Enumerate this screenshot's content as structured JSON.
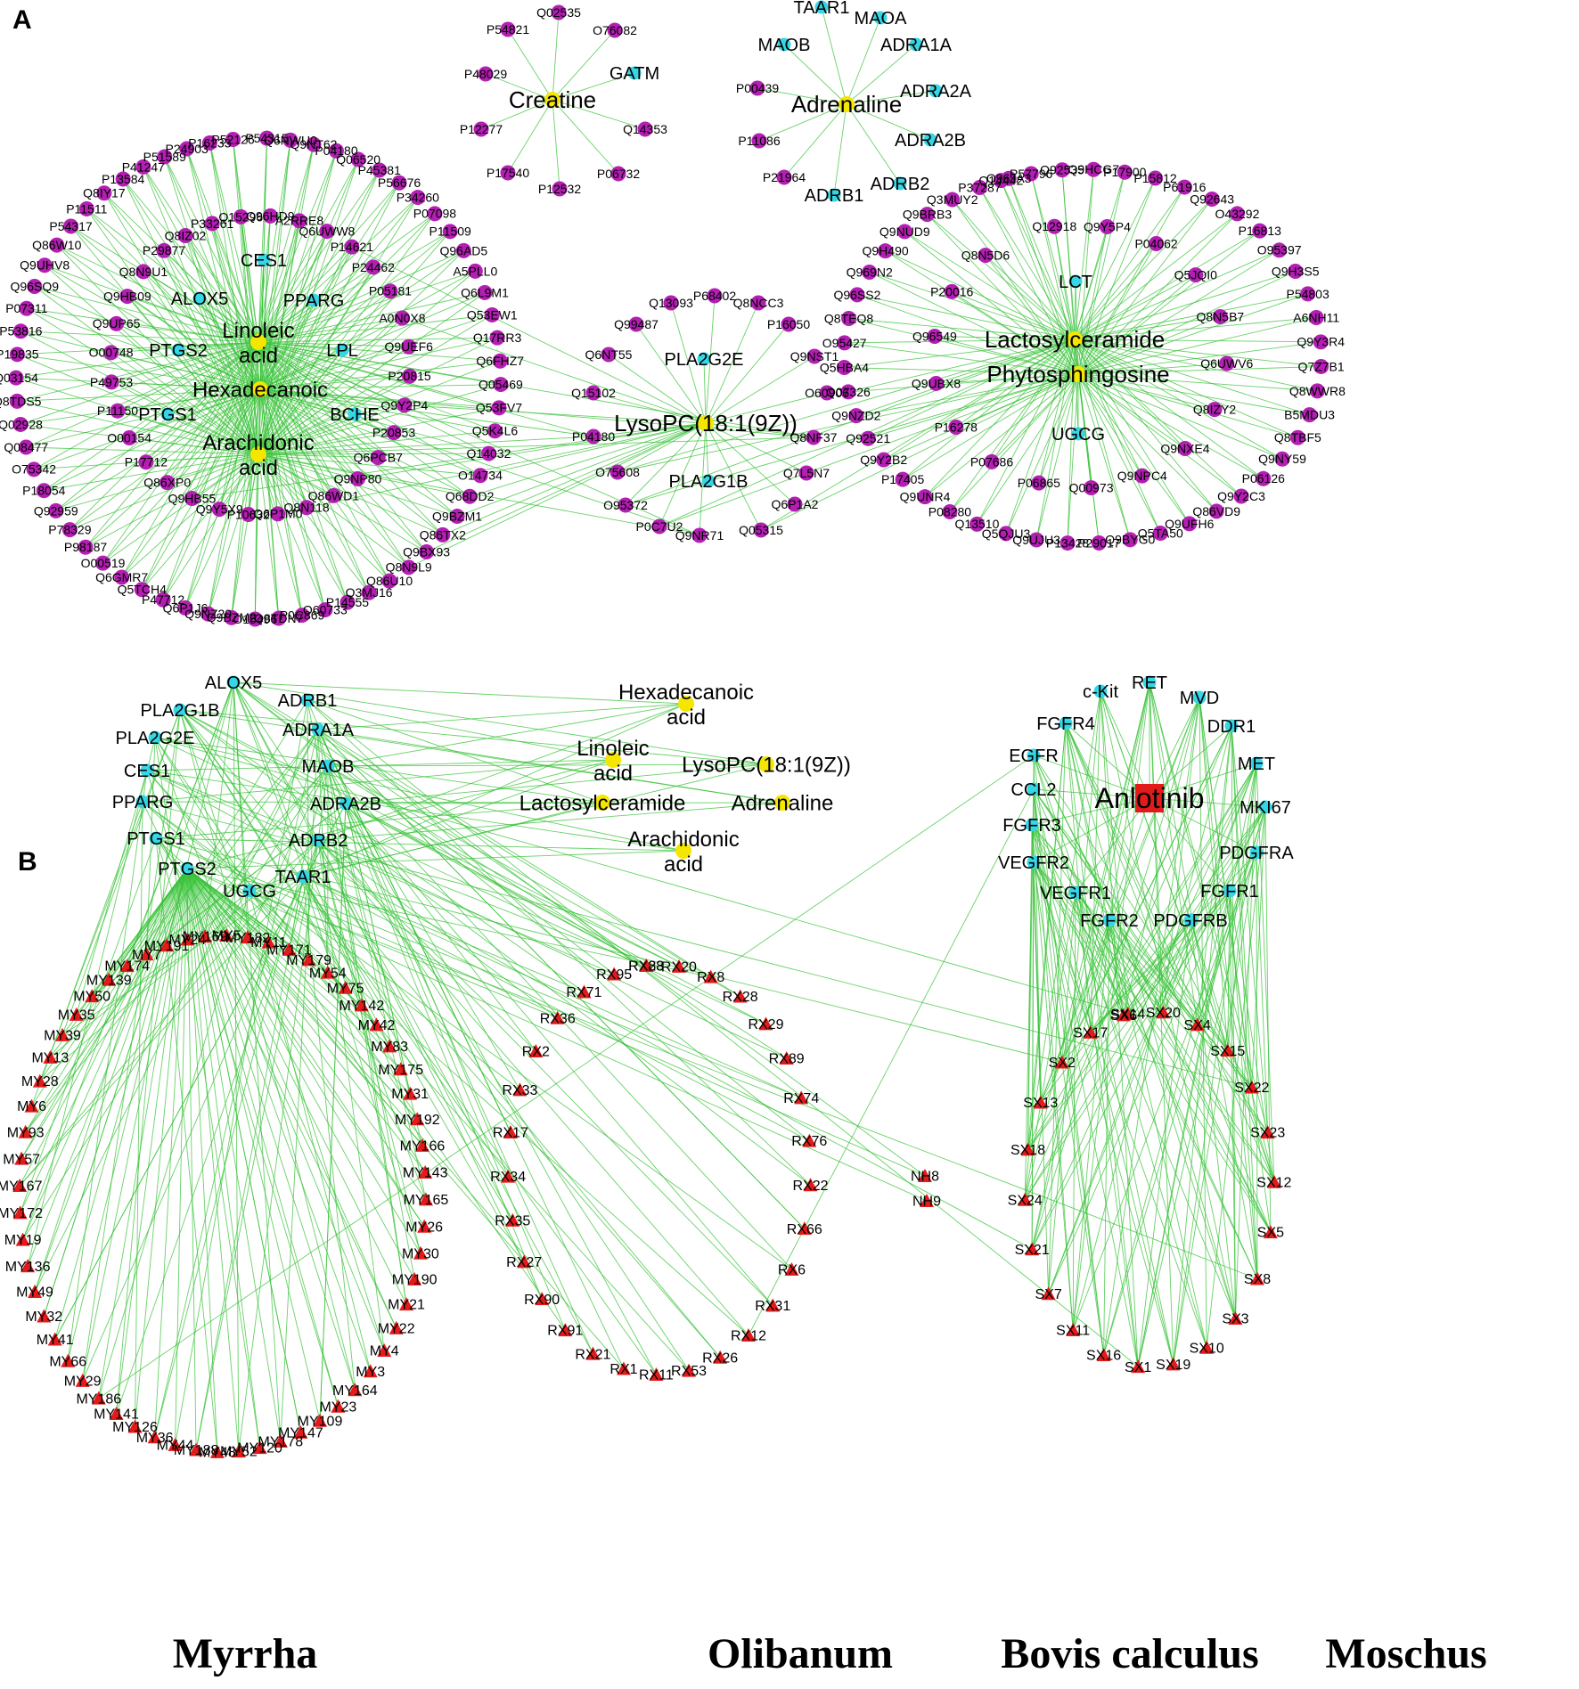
{
  "panels": [
    {
      "label": "A"
    },
    {
      "label": "B"
    }
  ],
  "herbs": [
    "Myrrha",
    "Olibanum",
    "Bovis calculus",
    "Moschus"
  ],
  "colors": {
    "edge": "#35c235",
    "protein": "#b31eb3",
    "target": "#35d6e6",
    "compound": "#f5e600",
    "drug": "#e31a1a",
    "ingredient": "#e31a1a"
  },
  "panel_a": {
    "linoleic_cluster": {
      "compounds": [
        "Linoleic\nacid",
        "Hexadecanoic",
        "Arachidonic\nacid"
      ],
      "targets": [
        "CES1",
        "ALOX5",
        "PPARG",
        "PTGS2",
        "LPL",
        "PTGS1",
        "BCHE"
      ],
      "inner_proteins": [
        "Q8IZ02",
        "P33261",
        "Q15296",
        "Q96HD9",
        "A2RRE8",
        "Q6UWW8",
        "P14621",
        "P24462",
        "P05181",
        "A0N0X8",
        "Q9UEF6",
        "P20815",
        "Q9Y2P4",
        "P20853",
        "Q6PCB7",
        "Q9NP80",
        "Q86WD1",
        "Q8N118",
        "Q6P1M0",
        "P10632",
        "Q9Y5X9",
        "Q9HB55",
        "Q86XP0",
        "P17712",
        "O00154",
        "P11150",
        "P49753",
        "O00748",
        "Q9UP65",
        "Q9HB09",
        "Q8N9U1",
        "P29877"
      ],
      "outer_proteins": [
        "P54315",
        "Q6NWU0",
        "Q9NT62",
        "P04180",
        "Q06520",
        "P45381",
        "P56676",
        "P34260",
        "P07098",
        "P11509",
        "Q96AD5",
        "A5PLL0",
        "Q6L9M1",
        "Q53EW1",
        "Q17RR3",
        "Q6FHZ7",
        "Q05469",
        "Q53FV7",
        "Q5K4L6",
        "Q14032",
        "O14734",
        "Q68DD2",
        "Q9BZM1",
        "Q86TX2",
        "Q9BX93",
        "Q8N9L9",
        "Q86U10",
        "Q3MJ16",
        "P14555",
        "O60733",
        "P0C869",
        "Q8TDN7",
        "O15496",
        "Q9BZM2",
        "Q9NZ20",
        "Q6P1J6",
        "P47712",
        "Q5TCH4",
        "Q6GMR7",
        "O00519",
        "P98187",
        "P78329",
        "Q92959",
        "P18054",
        "O75342",
        "Q08477",
        "Q02928",
        "Q8TDS5",
        "Q03154",
        "P19835",
        "P53816",
        "P07311",
        "Q96SQ9",
        "Q9UHV8",
        "Q86W10",
        "P54317",
        "P11511",
        "Q8IY17",
        "P13584",
        "P41247",
        "P51589",
        "P24903",
        "P16233",
        "P52126"
      ]
    },
    "creatine_cluster": {
      "compound": "Creatine",
      "targets": [
        "GATM"
      ],
      "proteins": [
        "Q02535",
        "O76082",
        "Q14353",
        "P06732",
        "P12532",
        "P17540",
        "P12277",
        "P48029",
        "P54821"
      ]
    },
    "adrenaline_cluster": {
      "compound": "Adrenaline",
      "targets": [
        "TAAR1",
        "MAOA",
        "MAOB",
        "ADRA1A",
        "ADRA2A",
        "ADRA2B",
        "ADRB1",
        "ADRB2"
      ],
      "proteins": [
        "P00439",
        "P11086",
        "P21964"
      ]
    },
    "lysopc_cluster": {
      "compound": "LysoPC(18:1(9Z))",
      "targets": [
        "PLA2G2E",
        "PLA2G1B"
      ],
      "proteins": [
        "Q13093",
        "P68402",
        "Q8NCC3",
        "Q99487",
        "P16050",
        "Q6NT55",
        "Q9NST1",
        "Q15102",
        "P04180",
        "Q8NF37",
        "Q7L5N7",
        "Q6P1A2",
        "Q9NR71",
        "P0C7U2",
        "Q05315",
        "O95372",
        "O75608",
        "O60906"
      ]
    },
    "lacto_cluster": {
      "compounds": [
        "Lactosylceramide",
        "Phytosphingosine"
      ],
      "targets": [
        "LCT",
        "UGCG"
      ],
      "inner_proteins": [
        "Q12918",
        "Q9Y5P4",
        "P04062",
        "Q5JQI0",
        "Q8N5B7",
        "Q6UWV6",
        "Q8IZY2",
        "Q9NXE4",
        "Q9NPC4",
        "Q00973",
        "P06865",
        "P07686",
        "P16278",
        "Q9UBX8",
        "Q96549",
        "P20016",
        "Q8N5D6"
      ],
      "outer_proteins": [
        "Q14442",
        "P57796",
        "Q92535",
        "Q9HCG7",
        "P17900",
        "P15812",
        "P61916",
        "Q92643",
        "O43292",
        "P16813",
        "O95397",
        "Q9H3S5",
        "P54803",
        "A6NH11",
        "Q9Y3R4",
        "Q7Z7B1",
        "Q8WWR8",
        "B5MDU3",
        "Q8TBF5",
        "Q9NY59",
        "P06126",
        "Q9Y2C3",
        "Q86VD9",
        "Q9UFH6",
        "Q5TA50",
        "Q9BYG0",
        "P29017",
        "P13428",
        "Q9UJU3",
        "Q5QJU3",
        "Q13510",
        "P08280",
        "Q9UNR4",
        "P17405",
        "Q9Y2B2",
        "Q92521",
        "Q9NZD2",
        "Q07326",
        "Q5HBA4",
        "O95427",
        "Q8TEQ8",
        "Q96SS2",
        "Q969N2",
        "Q9H490",
        "Q9NUD9",
        "Q9BRB3",
        "Q3MUY2",
        "P37287",
        "Q96JA3"
      ]
    }
  },
  "panel_b": {
    "targets_left": [
      "ALOX5",
      "ADRB1",
      "PLA2G1B",
      "PLA2G2E",
      "ADRA1A",
      "CES1",
      "MAOB",
      "PPARG",
      "ADRA2B",
      "PTGS1",
      "ADRB2",
      "PTGS2",
      "TAAR1",
      "UGCG"
    ],
    "compounds": [
      "Hexadecanoic\nacid",
      "Linoleic\nacid",
      "LysoPC(18:1(9Z))",
      "Lactosylceramide",
      "Adrenaline",
      "Arachidonic\nacid"
    ],
    "drug": "Anlotinib",
    "targets_right": [
      "c-Kit",
      "RET",
      "MVD",
      "FGFR4",
      "DDR1",
      "EGFR",
      "MET",
      "CCL2",
      "MKI67",
      "FGFR3",
      "PDGFRA",
      "VEGFR2",
      "FGFR1",
      "VEGFR1",
      "FGFR2",
      "PDGFRB"
    ],
    "myrrha": [
      "MY169",
      "MY5",
      "MY182",
      "MY11",
      "MY171",
      "MY179",
      "MY54",
      "MY75",
      "MY142",
      "MY42",
      "MY83",
      "MY175",
      "MY31",
      "MY192",
      "MY166",
      "MY143",
      "MY165",
      "MY26",
      "MY30",
      "MY190",
      "MY21",
      "MY22",
      "MY4",
      "MY3",
      "MY164",
      "MY23",
      "MY109",
      "MY147",
      "MY178",
      "MY120",
      "MY52",
      "MY48",
      "MY188",
      "MY44",
      "MY36",
      "MY126",
      "MY141",
      "MY186",
      "MY29",
      "MY66",
      "MY41",
      "MY32",
      "MY49",
      "MY136",
      "MY19",
      "MY172",
      "MY167",
      "MY57",
      "MY93",
      "MY6",
      "MY28",
      "MY13",
      "MY39",
      "MY35",
      "MY50",
      "MY139",
      "MY174",
      "MY7",
      "MY191",
      "MY24"
    ],
    "olibanum": [
      "RX88",
      "RX20",
      "RX8",
      "RX28",
      "RX29",
      "RX89",
      "RX74",
      "RX76",
      "RX22",
      "RX66",
      "RX6",
      "RX31",
      "RX12",
      "RX26",
      "RX53",
      "RX11",
      "RX1",
      "RX21",
      "RX91",
      "RX90",
      "RX27",
      "RX35",
      "RX34",
      "RX17",
      "RX33",
      "RX2",
      "RX36",
      "RX71",
      "RX95",
      "RX23"
    ],
    "bovis": [
      "NH8",
      "NH9"
    ],
    "moschus": [
      "SX14",
      "SX20",
      "SX4",
      "SX15",
      "SX22",
      "SX23",
      "SX12",
      "SX5",
      "SX8",
      "SX3",
      "SX10",
      "SX19",
      "SX1",
      "SX16",
      "SX11",
      "SX7",
      "SX21",
      "SX24",
      "SX18",
      "SX13",
      "SX2",
      "SX17",
      "SX6"
    ]
  }
}
